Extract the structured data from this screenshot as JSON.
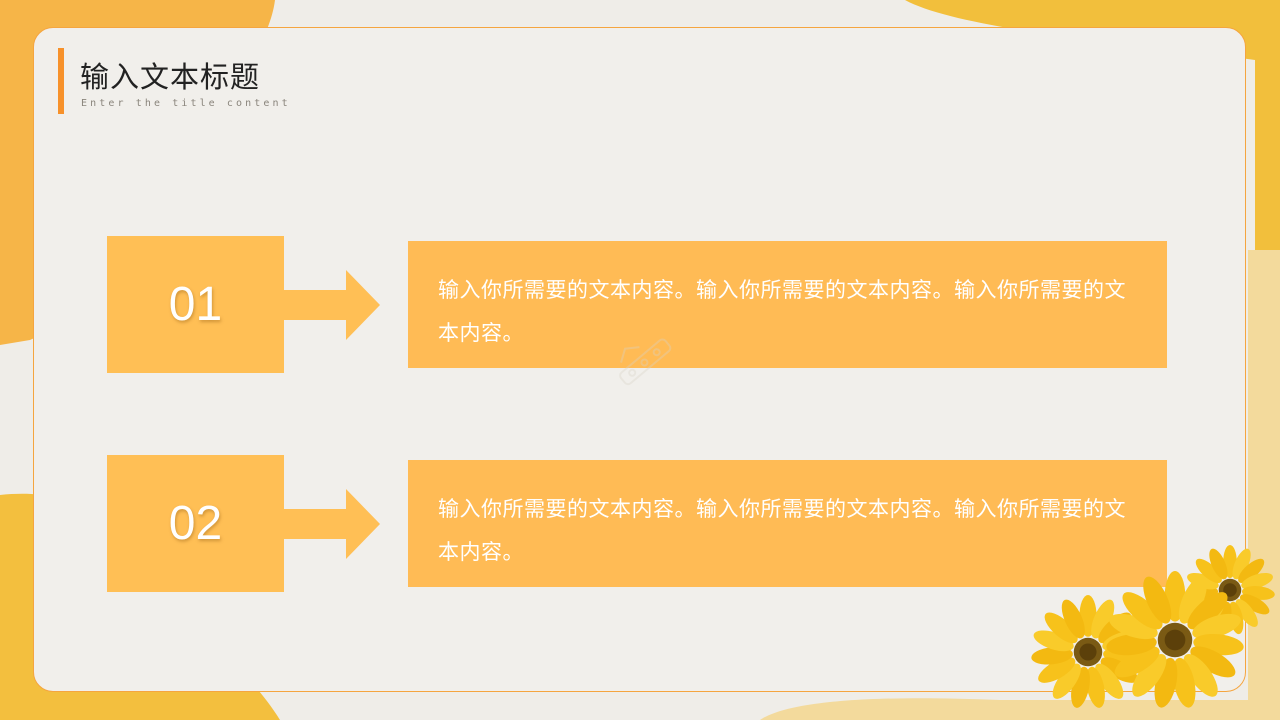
{
  "slide": {
    "title": "输入文本标题",
    "subtitle": "Enter the title content"
  },
  "items": [
    {
      "number": "01",
      "text": "输入你所需要的文本内容。输入你所需要的文本内容。输入你所需要的文本内容。"
    },
    {
      "number": "02",
      "text": "输入你所需要的文本内容。输入你所需要的文本内容。输入你所需要的文本内容。"
    }
  ],
  "colors": {
    "accent": "#f7912a",
    "box": "#ffbf55",
    "background_blob": "#f5b942",
    "card": "#f1efeb"
  },
  "decoration": {
    "watermark_icon": "logo-watermark-icon",
    "flowers_icon": "sunflower-icon"
  }
}
